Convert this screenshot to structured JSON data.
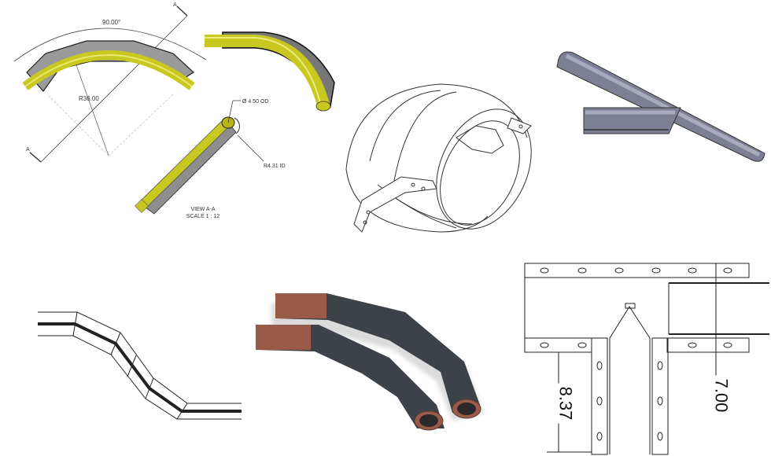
{
  "figures": {
    "elbow_drawing": {
      "angle_dim": "90.00°",
      "radius_dim": "R36.00",
      "section_marker": "A",
      "od_dim": "Ø 4.50 OD",
      "id_dim": "R4.31 ID",
      "view_label": "VIEW A-A",
      "scale_label": "SCALE 1 : 12",
      "pipe_color": "#c9c820",
      "shell_color": "#8a8a8a"
    },
    "elbow_iso": {
      "pipe_color": "#c9c820"
    },
    "shell_wireframe": {},
    "tee_3d": {
      "color": "#7d7f94"
    },
    "offset_wireframe": {},
    "insulated_bends": {
      "end_color": "#9a5a48",
      "jacket_color": "#3c4248"
    },
    "tee_drawing": {
      "dim_left": "8.37",
      "dim_right": "7.00"
    }
  }
}
